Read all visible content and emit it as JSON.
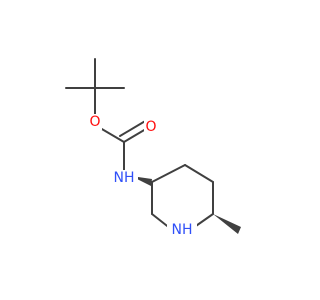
{
  "molecule": {
    "atoms": {
      "carbonyl_o": {
        "symbol": "O",
        "color": "#ff0d0d"
      },
      "ester_o": {
        "symbol": "O",
        "color": "#ff0d0d"
      },
      "carbamate_nh": {
        "symbol": "NH",
        "color": "#3050f8"
      },
      "ring_nh": {
        "symbol": "NH",
        "color": "#3050f8"
      }
    },
    "bond_color": "#404040",
    "structure": {
      "protecting_group": "tert-butyl",
      "linkage": "carbamate",
      "ring": "piperidine",
      "substituent": "methyl",
      "stereo_bonds": [
        "wedge",
        "wedge"
      ]
    }
  }
}
